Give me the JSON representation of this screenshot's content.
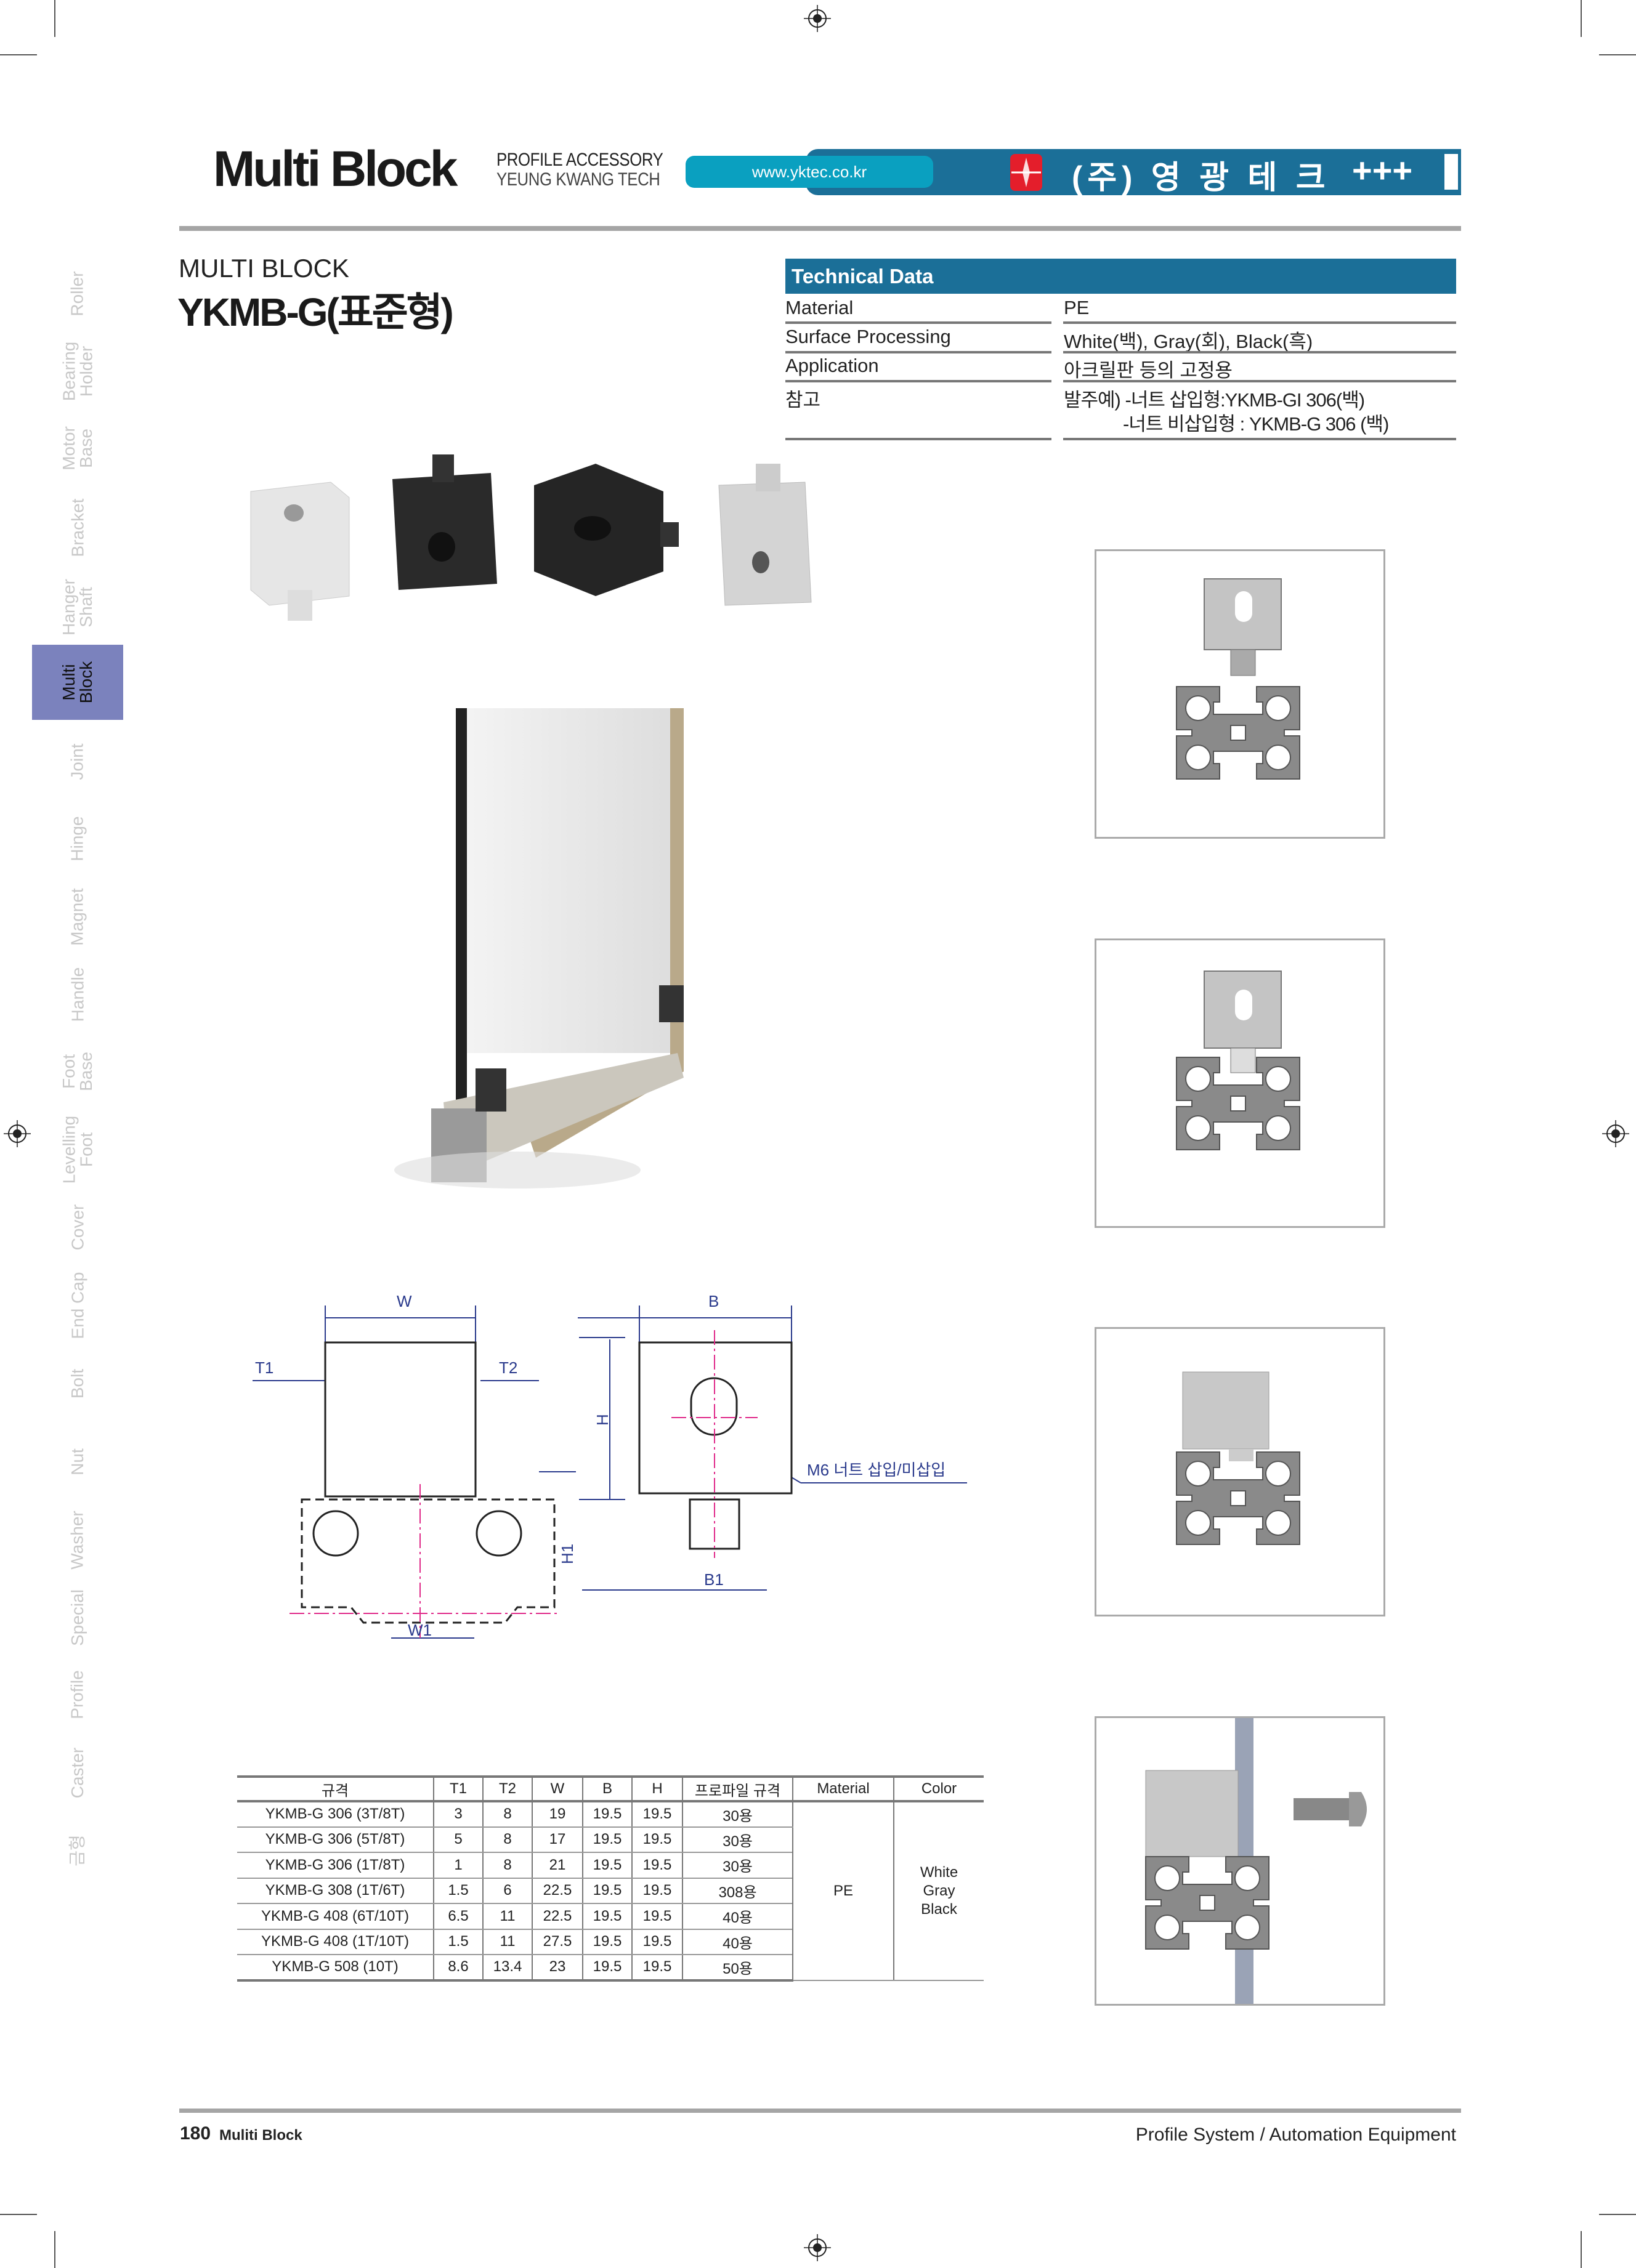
{
  "header": {
    "title": "Multi Block",
    "sub1": "PROFILE ACCESSORY",
    "sub2": "YEUNG KWANG TECH",
    "url": "www.yktec.co.kr",
    "company": "(주) 영 광 테 크",
    "plus": "+++"
  },
  "colors": {
    "brand_blue": "#1b6f98",
    "url_teal": "#0aa0c0",
    "logo_red": "#e41e2b",
    "sidebar_active": "#7b82bd"
  },
  "product": {
    "category": "MULTI BLOCK",
    "model": "YKMB-G(표준형)"
  },
  "technical_data": {
    "title": "Technical Data",
    "rows": [
      {
        "label": "Material",
        "value": "PE"
      },
      {
        "label": "Surface Processing",
        "value": "White(백), Gray(회), Black(흑)"
      },
      {
        "label": "Application",
        "value": "아크릴판 등의 고정용"
      },
      {
        "label": "참고",
        "value": "발주예) -너트 삽입형:YKMB-GI 306(백)",
        "value2": "-너트 비삽입형 : YKMB-G 306  (백)"
      }
    ]
  },
  "drawing": {
    "W": "W",
    "T1": "T1",
    "T2": "T2",
    "H1": "H1",
    "W1": "W1",
    "B": "B",
    "H": "H",
    "B1": "B1",
    "note": "M6  너트 삽입/미삽입"
  },
  "sidebar": {
    "items": [
      "Roller",
      "Bearing\nHolder",
      "Motor\nBase",
      "Bracket",
      "Hanger\nShaft",
      "Multi\nBlock",
      "Joint",
      "Hinge",
      "Magnet",
      "Handle",
      "Foot\nBase",
      "Levelling\nFoot",
      "Cover",
      "End Cap",
      "Bolt",
      "Nut",
      "Washer",
      "Special",
      "Profile",
      "Caster",
      "금형"
    ],
    "active": "Multi\nBlock"
  },
  "table": {
    "headers": [
      "규격",
      "T1",
      "T2",
      "W",
      "B",
      "H",
      "프로파일 규격",
      "Material",
      "Color"
    ],
    "rows": [
      [
        "YKMB-G 306 (3T/8T)",
        "3",
        "8",
        "19",
        "19.5",
        "19.5",
        "30용"
      ],
      [
        "YKMB-G 306 (5T/8T)",
        "5",
        "8",
        "17",
        "19.5",
        "19.5",
        "30용"
      ],
      [
        "YKMB-G 306 (1T/8T)",
        "1",
        "8",
        "21",
        "19.5",
        "19.5",
        "30용"
      ],
      [
        "YKMB-G 308 (1T/6T)",
        "1.5",
        "6",
        "22.5",
        "19.5",
        "19.5",
        "308용"
      ],
      [
        "YKMB-G 408 (6T/10T)",
        "6.5",
        "11",
        "22.5",
        "19.5",
        "19.5",
        "40용"
      ],
      [
        "YKMB-G 408 (1T/10T)",
        "1.5",
        "11",
        "27.5",
        "19.5",
        "19.5",
        "40용"
      ],
      [
        "YKMB-G 508 (10T)",
        "8.6",
        "13.4",
        "23",
        "19.5",
        "19.5",
        "50용"
      ]
    ],
    "material": "PE",
    "color": [
      "White",
      "Gray",
      "Black"
    ]
  },
  "footer": {
    "page": "180",
    "section": "Muliti Block",
    "right": "Profile System / Automation Equipment"
  }
}
